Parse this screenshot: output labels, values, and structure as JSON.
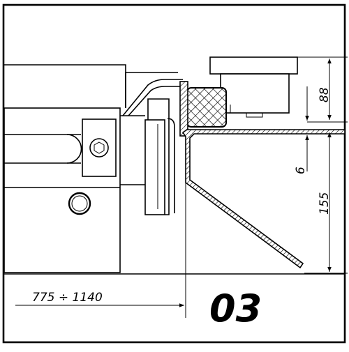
{
  "drawing": {
    "dimensions": {
      "top_height": "88",
      "gap": "6",
      "depth": "155",
      "width_range": "775 ÷ 1140"
    },
    "sheet_number": "03"
  }
}
